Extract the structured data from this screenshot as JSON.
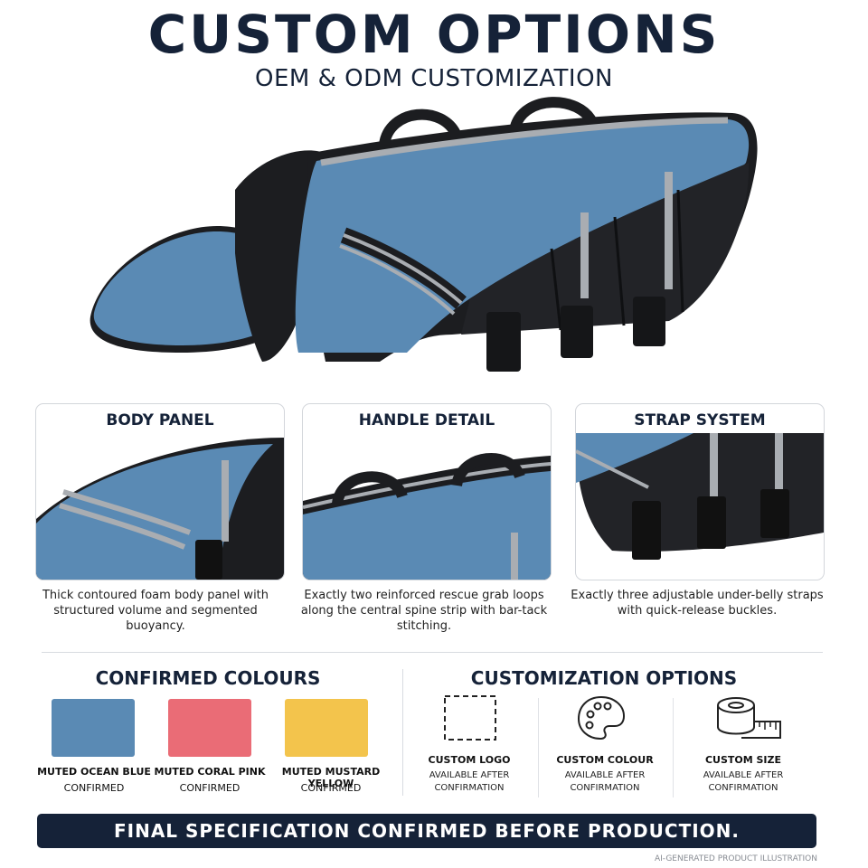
{
  "header": {
    "title": "CUSTOM OPTIONS",
    "subtitle": "OEM & ODM CUSTOMIZATION"
  },
  "product_colors": {
    "body": "#5a8ab4",
    "body_dark": "#4a7aa2",
    "shell": "#1c1d20",
    "reflective": "#a9adb2"
  },
  "detail_cards": [
    {
      "title": "BODY PANEL",
      "description": "Thick contoured foam body panel with structured volume and segmented buoyancy."
    },
    {
      "title": "HANDLE DETAIL",
      "description": "Exactly two reinforced rescue grab loops along the central spine strip with bar-tack stitching."
    },
    {
      "title": "STRAP SYSTEM",
      "description": "Exactly three adjustable under-belly straps with quick-release buckles."
    }
  ],
  "colours": {
    "title": "CONFIRMED COLOURS",
    "items": [
      {
        "name": "MUTED OCEAN BLUE",
        "status": "CONFIRMED",
        "hex": "#5a8ab4"
      },
      {
        "name": "MUTED CORAL PINK",
        "status": "CONFIRMED",
        "hex": "#ea6c76"
      },
      {
        "name": "MUTED MUSTARD YELLOW",
        "status": "CONFIRMED",
        "hex": "#f3c44c"
      }
    ]
  },
  "customization": {
    "title": "CUSTOMIZATION OPTIONS",
    "options": [
      {
        "name": "CUSTOM LOGO",
        "line1": "AVAILABLE AFTER",
        "line2": "CONFIRMATION",
        "icon": "dashed-square-icon"
      },
      {
        "name": "CUSTOM COLOUR",
        "line1": "AVAILABLE AFTER",
        "line2": "CONFIRMATION",
        "icon": "palette-icon"
      },
      {
        "name": "CUSTOM SIZE",
        "line1": "AVAILABLE AFTER",
        "line2": "CONFIRMATION",
        "icon": "measuring-tape-icon"
      }
    ]
  },
  "banner": "FINAL SPECIFICATION CONFIRMED BEFORE PRODUCTION.",
  "footnote": "AI-GENERATED PRODUCT ILLUSTRATION"
}
